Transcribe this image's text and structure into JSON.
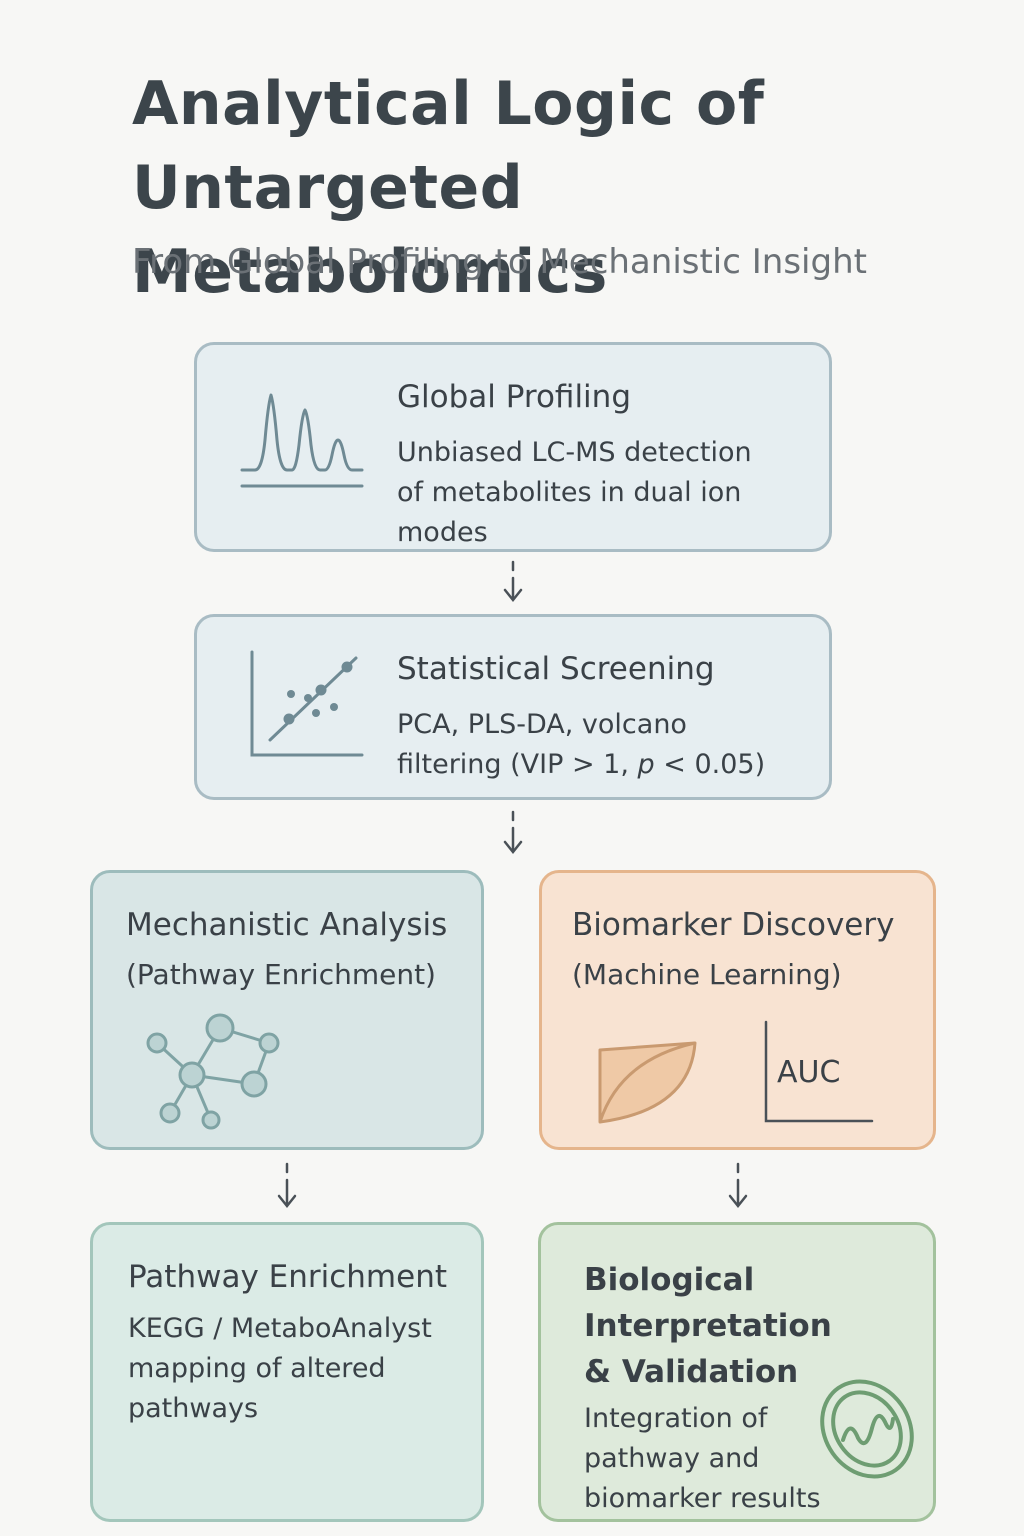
{
  "header": {
    "title_line1": "Analytical Logic of",
    "title_line2": "Untargeted Metabolomics",
    "subtitle": "From Global Profiling to Mechanistic Insight"
  },
  "steps": {
    "profiling": {
      "title": "Global Profiling",
      "desc_line1": "Unbiased LC-MS detection",
      "desc_line2": "of metabolites in dual ion",
      "desc_line3": "modes",
      "icon": "chromatogram-icon"
    },
    "statistics": {
      "title": "Statistical Screening",
      "desc_line1": "PCA, PLS-DA, volcano",
      "desc_line2_prefix": "filtering (VIP > 1, ",
      "desc_line2_italic": "p",
      "desc_line2_suffix": " < 0.05)",
      "icon": "scatter-plot-icon"
    },
    "mechanistic": {
      "title": "Mechanistic Analysis",
      "subtitle": "(Pathway Enrichment)",
      "icon": "network-icon"
    },
    "biomarker": {
      "title": "Biomarker Discovery",
      "subtitle": "(Machine Learning)",
      "auc_label": "AUC",
      "icon": "roc-curve-icon"
    },
    "pathway": {
      "title": "Pathway Enrichment",
      "desc_line1": "KEGG / MetaboAnalyst",
      "desc_line2": "mapping of altered",
      "desc_line3": "pathways"
    },
    "interpretation": {
      "title_line1": "Biological",
      "title_line2": "Interpretation",
      "title_line3": "& Validation",
      "desc_line1": "Integration of",
      "desc_line2": "pathway and",
      "desc_line3": "biomarker results",
      "icon": "mitochondrion-icon"
    }
  },
  "colors": {
    "blue_box": "#e6eef1",
    "teal_box": "#d9e6e6",
    "orange_box": "#f8e3d2",
    "green_box": "#deeadb",
    "icon_teal": "#7fa3a4",
    "icon_orange": "#e0b48c",
    "icon_green": "#6e9d72"
  }
}
